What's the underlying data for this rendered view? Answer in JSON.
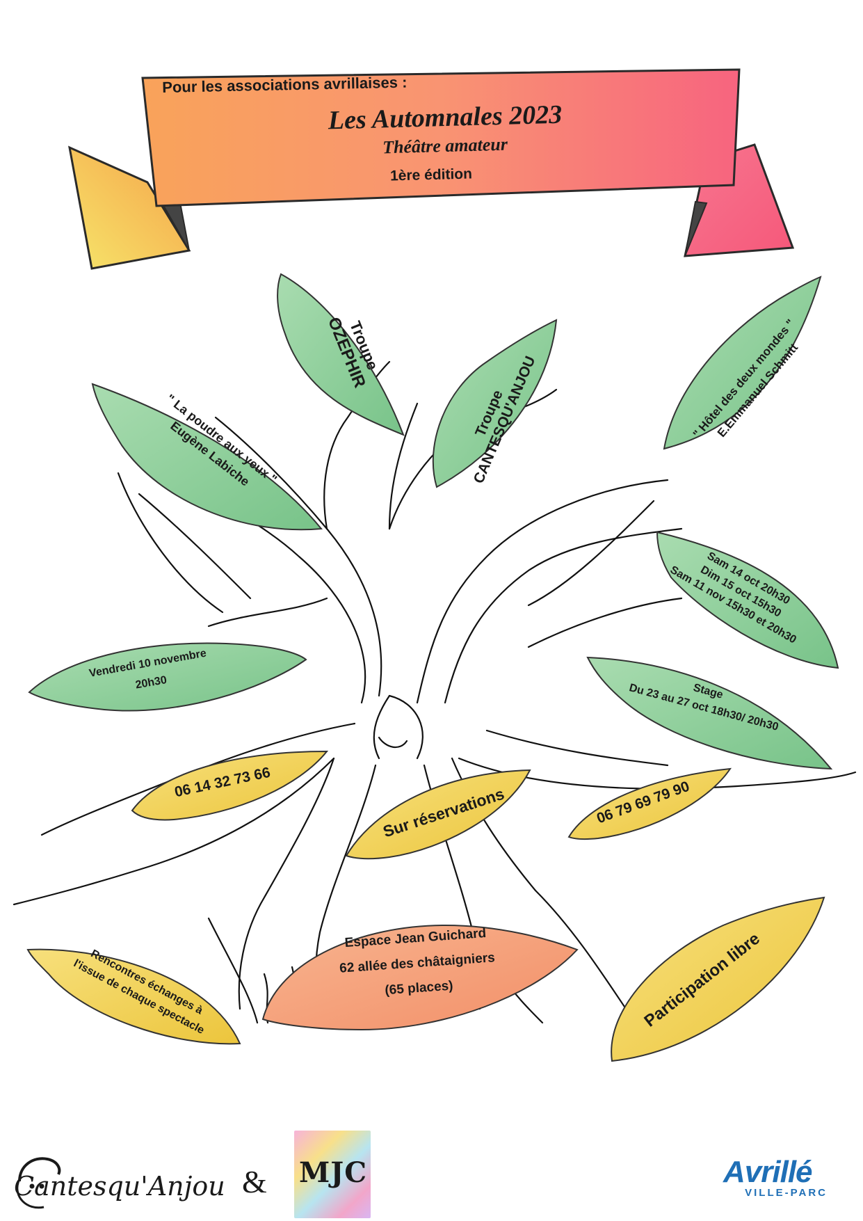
{
  "banner": {
    "pretitle": "Pour les associations avrillaises :",
    "title": "Les Automnales 2023",
    "subtitle": "Théâtre amateur",
    "edition": "1ère édition"
  },
  "leaves": {
    "ozephir": {
      "line1": "Troupe",
      "line2": "OZEPHIR"
    },
    "cantesquanjou": {
      "line1": "Troupe",
      "line2": "CANTESQU'ANJOU"
    },
    "poudre": {
      "line1": "\" La poudre aux yeux \"",
      "line2": "Eugène Labiche"
    },
    "hotel": {
      "line1": "\" Hôtel des deux mondes \"",
      "line2": "E.Emmanuel Schmitt"
    },
    "dates": {
      "line1": "Sam 14 oct 20h30",
      "line2": "Dim 15 oct 15h30",
      "line3": "Sam 11 nov 15h30 et 20h30"
    },
    "vendredi": {
      "line1": "Vendredi 10 novembre",
      "line2": "20h30"
    },
    "stage": {
      "line1": "Stage",
      "line2": "Du 23 au 27 oct 18h30/ 20h30"
    },
    "phone1": "06 14 32 73 66",
    "reservations": "Sur réservations",
    "phone2": "06 79 69 79 90",
    "lieu": {
      "line1": "Espace Jean Guichard",
      "line2": "62 allée des châtaigniers",
      "line3": "(65 places)"
    },
    "rencontres": {
      "line1": "Rencontres échanges à",
      "line2": "l'issue de chaque spectacle"
    },
    "participation": "Participation libre"
  },
  "footer": {
    "cantesqu_logo": "Cantesqu'Anjou",
    "ampersand": "&",
    "mjc_logo": "MJC",
    "avrille_name": "Avrillé",
    "avrille_sub": "VILLE-PARC"
  },
  "colors": {
    "green_leaf": "#8fcf9a",
    "yellow_leaf": "#f2d25a",
    "orange_leaf": "#f4a27c",
    "banner_left": "#f8a25e",
    "banner_right": "#f7647f"
  }
}
